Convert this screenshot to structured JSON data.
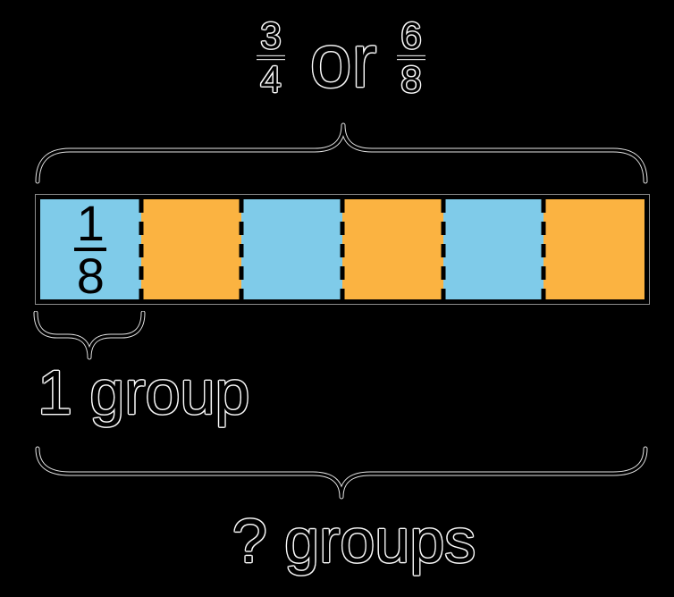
{
  "diagram": {
    "background": "#000000",
    "top_label": {
      "fraction_a": {
        "numerator": "3",
        "denominator": "4"
      },
      "conjunction": "or",
      "fraction_b": {
        "numerator": "6",
        "denominator": "8"
      }
    },
    "bar": {
      "unit_fraction": {
        "numerator": "1",
        "denominator": "8"
      },
      "cells": [
        {
          "color": "#7FCBE9"
        },
        {
          "color": "#FBB341"
        },
        {
          "color": "#7FCBE9"
        },
        {
          "color": "#FBB341"
        },
        {
          "color": "#7FCBE9"
        },
        {
          "color": "#FBB341"
        }
      ],
      "border_color": "#000000",
      "divider_style": "dashed"
    },
    "bottom_labels": {
      "one_group": "1 group",
      "question_groups": "? groups"
    },
    "colors": {
      "blue": "#7FCBE9",
      "orange": "#FBB341",
      "stroke": "#000000",
      "fringe": "#FFFFFF"
    }
  }
}
